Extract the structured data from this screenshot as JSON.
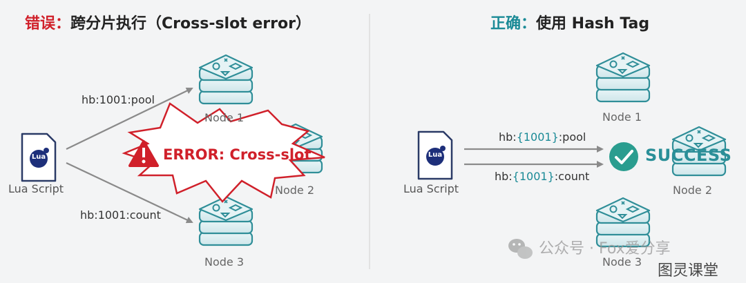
{
  "left": {
    "title_lead": "错误：",
    "title_rest": "跨分片执行（Cross-slot error）",
    "script_label": "Lua Script",
    "lua_badge": "Lua",
    "edge_pool": "hb:1001:pool",
    "edge_count": "hb:1001:count",
    "node1": "Node 1",
    "node2": "Node 2",
    "node3": "Node 3",
    "error_message": "ERROR: Cross-slot"
  },
  "right": {
    "title_lead": "正确：",
    "title_rest": "使用 Hash Tag",
    "script_label": "Lua Script",
    "lua_badge": "Lua",
    "edge_pool_prefix": "hb:",
    "edge_pool_tag": "{1001}",
    "edge_pool_suffix": ":pool",
    "edge_count_prefix": "hb:",
    "edge_count_tag": "{1001}",
    "edge_count_suffix": ":count",
    "node1": "Node 1",
    "node2": "Node 2",
    "node3": "Node 3",
    "success_text": "SUCCESS"
  },
  "watermark": {
    "text": "公众号 · Fox爱分享",
    "corner": "图灵课堂"
  },
  "colors": {
    "error_red": "#d0202a",
    "teal": "#1a8a96",
    "success_green": "#2a9d8f",
    "node_teal": "#2f8e98"
  },
  "icons": [
    "lua-file-icon",
    "redis-node-icon",
    "warning-icon",
    "check-circle-icon",
    "wechat-icon"
  ]
}
